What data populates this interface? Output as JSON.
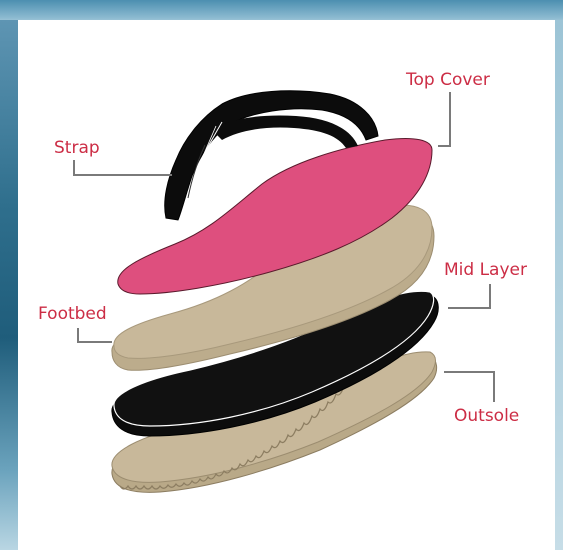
{
  "labels": {
    "top_cover": "Top Cover",
    "strap": "Strap",
    "mid_layer": "Mid Layer",
    "footbed": "Footbed",
    "outsole": "Outsole"
  },
  "colors": {
    "label_text": "#cc2d45",
    "leader_line": "#7a7a7a",
    "top_cover": "#de4f7e",
    "footbed": "#c8b89a",
    "mid_layer": "#0c0c0c",
    "outsole": "#c8b89a",
    "strap": "#0c0c0c"
  }
}
